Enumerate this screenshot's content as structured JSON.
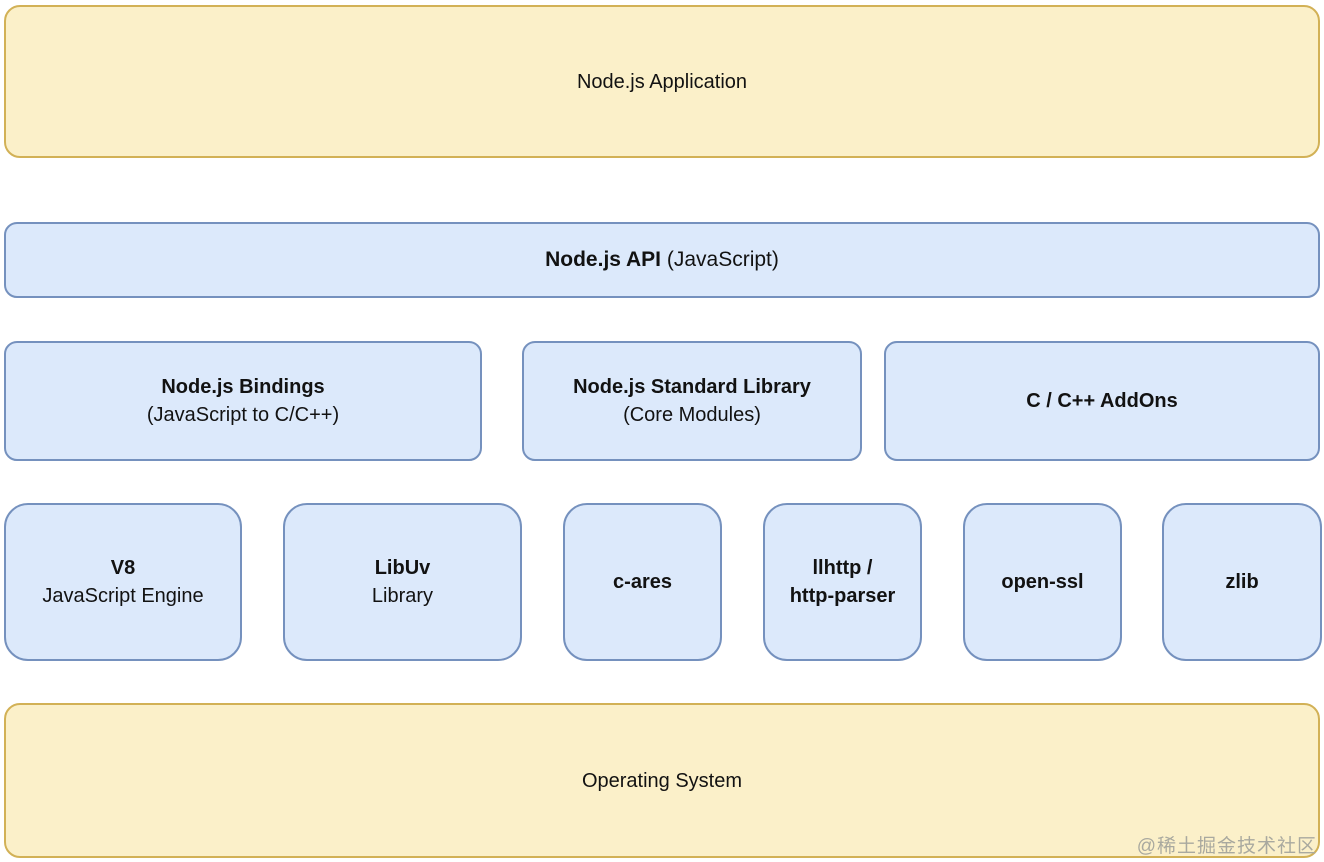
{
  "colors": {
    "yellow_fill": "#FBF0C9",
    "yellow_border": "#D2B156",
    "blue_fill": "#DCE9FB",
    "blue_border": "#7591BE",
    "text": "#121212",
    "watermark": "#A9A99F"
  },
  "layers": {
    "application": {
      "label": "Node.js Application"
    },
    "api": {
      "bold": "Node.js API",
      "regular": " (JavaScript)"
    },
    "middle": [
      {
        "bold": "Node.js Bindings",
        "regular": "(JavaScript to C/C++)"
      },
      {
        "bold": "Node.js Standard Library",
        "regular": "(Core Modules)"
      },
      {
        "bold": "C / C++ AddOns",
        "regular": ""
      }
    ],
    "components": [
      {
        "bold": "V8",
        "regular": "JavaScript Engine"
      },
      {
        "bold": "LibUv",
        "regular": "Library"
      },
      {
        "bold": "c-ares",
        "regular": ""
      },
      {
        "bold": "llhttp /\nhttp-parser",
        "regular": ""
      },
      {
        "bold": "open-ssl",
        "regular": ""
      },
      {
        "bold": "zlib",
        "regular": ""
      }
    ],
    "os": {
      "label": "Operating System"
    }
  },
  "watermark": {
    "text": "@稀土掘金技术社区"
  }
}
